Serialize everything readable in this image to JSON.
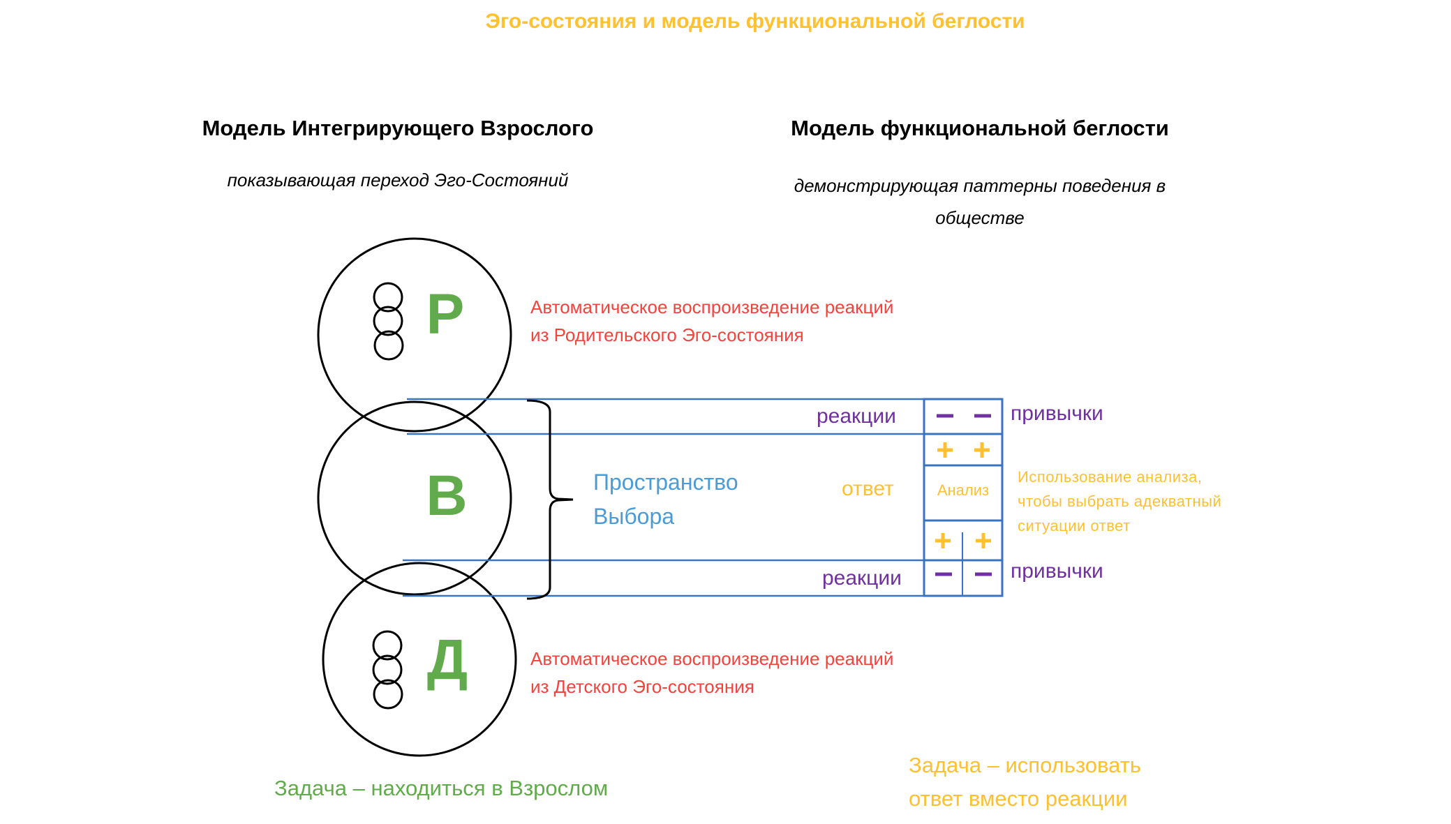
{
  "title": "Эго-состояния и модель функциональной беглости",
  "left_model": {
    "heading": "Модель Интегрирующего Взрослого",
    "subtitle": "показывающая переход Эго-Состояний",
    "states": [
      {
        "letter": "Р",
        "name": "parent"
      },
      {
        "letter": "В",
        "name": "adult"
      },
      {
        "letter": "Д",
        "name": "child"
      }
    ],
    "parent_note_line1": "Автоматическое воспроизведение реакций",
    "parent_note_line2": "из Родительского Эго-состояния",
    "child_note_line1": "Автоматическое воспроизведение реакций",
    "child_note_line2": "из Детского Эго-состояния",
    "choice_space_line1": "Пространство",
    "choice_space_line2": "Выбора",
    "task": "Задача – находиться в Взрослом"
  },
  "right_model": {
    "heading": "Модель функциональной беглости",
    "subtitle": "демонстрирующая паттерны поведения в обществе",
    "reactions_top": "реакции",
    "response": "ответ",
    "reactions_bottom": "реакции",
    "habits_top": "привычки",
    "habits_bottom": "привычки",
    "analysis_cell": "Анализ",
    "cells": {
      "row1": [
        "–",
        "–"
      ],
      "row2": [
        "+",
        "+"
      ],
      "row4": [
        "+",
        "+"
      ],
      "row5": [
        "–",
        "–"
      ]
    },
    "analysis_note_line1": "Использование анализа,",
    "analysis_note_line2": "чтобы выбрать адекватный",
    "analysis_note_line3": "ситуации ответ",
    "task_line1": "Задача – использовать",
    "task_line2": "ответ вместо реакции"
  },
  "colors": {
    "title": "#fec12f",
    "ego_letters": "#62ab4c",
    "automatic_notes": "#f4433b",
    "choice_space": "#4a9bd6",
    "reactions_habits": "#7030a0",
    "response_analysis": "#fec030",
    "table_lines": "#3a73c0"
  }
}
